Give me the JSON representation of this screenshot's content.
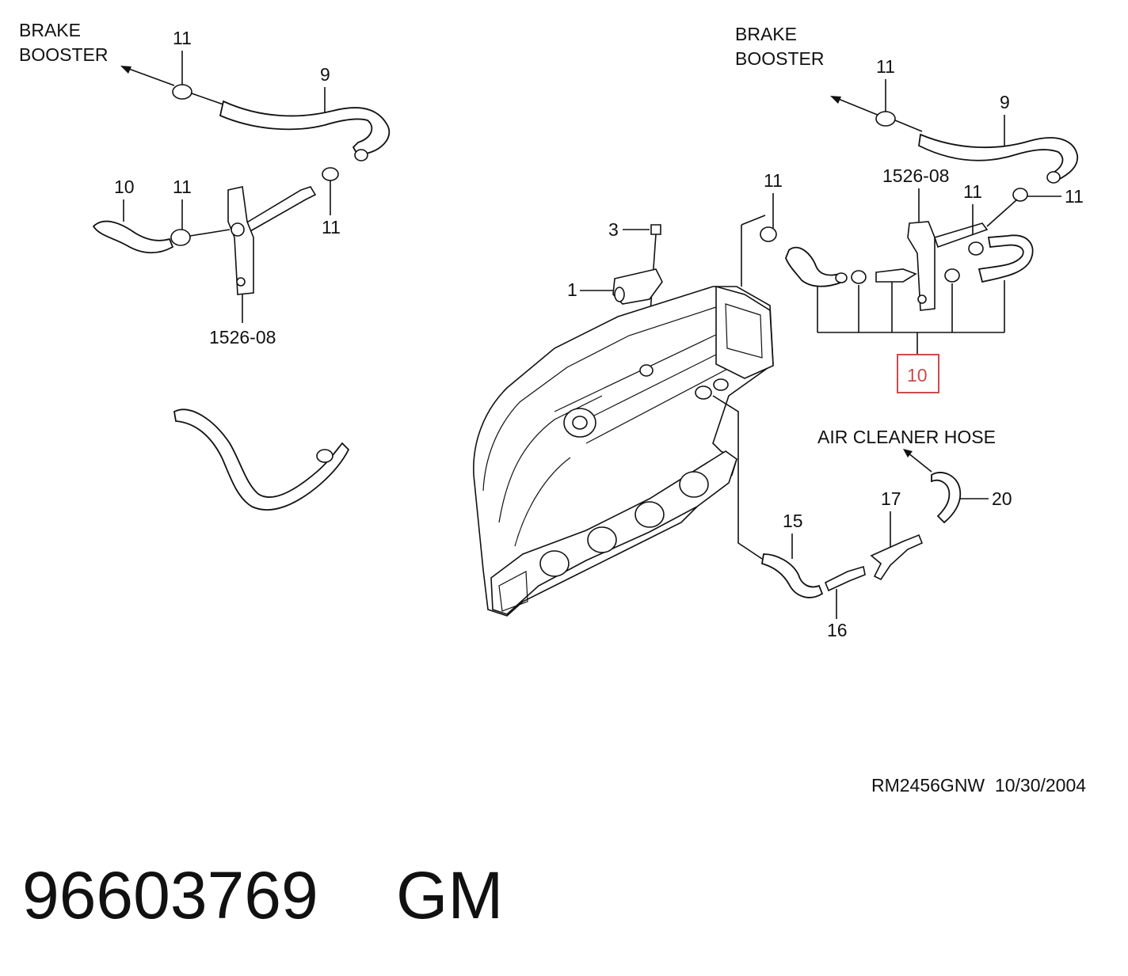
{
  "labels": {
    "brake_booster_left": [
      "BRAKE",
      "BOOSTER"
    ],
    "brake_booster_right": [
      "BRAKE",
      "BOOSTER"
    ],
    "air_cleaner_hose": "AIR CLEANER HOSE",
    "callout_1": "1",
    "callout_3": "3",
    "callout_9": "9",
    "callout_10": "10",
    "callout_11": "11",
    "callout_15": "15",
    "callout_16": "16",
    "callout_17": "17",
    "callout_20": "20",
    "callout_1526_08": "1526-08"
  },
  "highlight": {
    "label": "10",
    "color": "#cc4b4b"
  },
  "drawing_reference": "RM2456GNW  10/30/2004",
  "part_number": "96603769",
  "brand": "GM"
}
